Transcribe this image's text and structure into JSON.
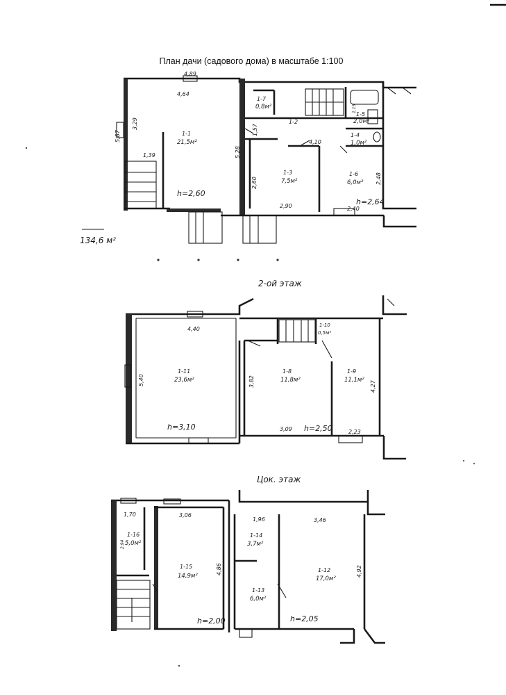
{
  "title": "План дачи (садового дома) в масштабе 1:100",
  "total_area": "134,6 м²",
  "floors": {
    "first": {
      "height": "h=2,60",
      "height2": "h=2,64",
      "rooms": {
        "r1_1": {
          "num": "1-1",
          "area": "21,5м²"
        },
        "r1_2": {
          "num": "1-2"
        },
        "r1_3": {
          "num": "1-3",
          "area": "7,5м²"
        },
        "r1_4": {
          "num": "1-4",
          "area": "1,0м²"
        },
        "r1_5": {
          "num": "1-5",
          "area": "2,0м²"
        },
        "r1_6": {
          "num": "1-6",
          "area": "6,0м²"
        },
        "r1_7": {
          "num": "1-7",
          "area": "0,8м²"
        }
      },
      "dims": {
        "d_489": "4,89",
        "d_464": "4,64",
        "d_587": "5,87",
        "d_329": "3,29",
        "d_139": "1,39",
        "d_157": "1,57",
        "d_528": "5,28",
        "d_410": "4,10",
        "d_260": "2,60",
        "d_290": "2,90",
        "d_240": "2,40",
        "d_248": "2,48",
        "d_115": "1,15"
      }
    },
    "second": {
      "label": "2-ой этаж",
      "height": "h=3,10",
      "height2": "h=2,50",
      "rooms": {
        "r1_8": {
          "num": "1-8",
          "area": "11,8м²"
        },
        "r1_9": {
          "num": "1-9",
          "area": "11,1м²"
        },
        "r1_10": {
          "num": "1-10",
          "area": "0,5м²"
        },
        "r1_11": {
          "num": "1-11",
          "area": "23,6м²"
        }
      },
      "dims": {
        "d_440": "4,40",
        "d_540": "5,40",
        "d_382": "3,82",
        "d_309": "3,09",
        "d_223": "2,23",
        "d_427": "4,27"
      }
    },
    "basement": {
      "label": "Цок. этаж",
      "height": "h=2,00",
      "height2": "h=2,05",
      "rooms": {
        "r1_12": {
          "num": "1-12",
          "area": "17,0м²"
        },
        "r1_13": {
          "num": "1-13",
          "area": "6,0м²"
        },
        "r1_14": {
          "num": "1-14",
          "area": "3,7м²"
        },
        "r1_15": {
          "num": "1-15",
          "area": "14,9м²"
        },
        "r1_16": {
          "num": "1-16",
          "area": "5,0м²"
        }
      },
      "dims": {
        "d_170": "1,70",
        "d_306": "3,06",
        "d_196": "1,96",
        "d_346": "3,46",
        "d_486": "4,86",
        "d_492": "4,92",
        "d_294": "2,94"
      }
    }
  }
}
